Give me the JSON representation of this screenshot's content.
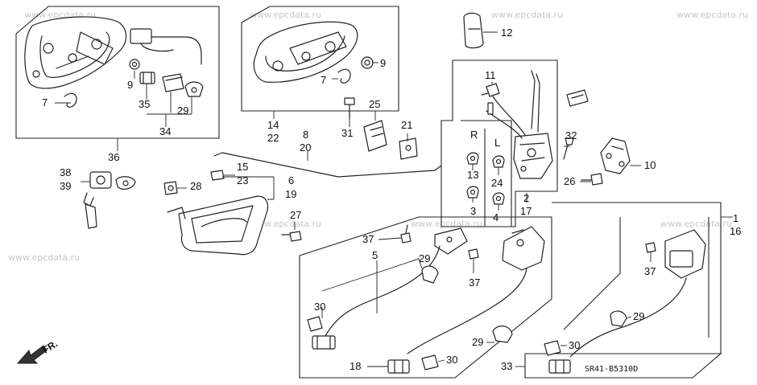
{
  "watermark": "www.epcdata.ru",
  "diagram_code": "SR41-B5310D",
  "direction_arrow": "FR.",
  "side_labels": {
    "right": "R",
    "left": "L"
  },
  "callouts": [
    {
      "id": "c1",
      "text": "1"
    },
    {
      "id": "c16",
      "text": "16"
    },
    {
      "id": "c2",
      "text": "2"
    },
    {
      "id": "c17",
      "text": "17"
    },
    {
      "id": "c3",
      "text": "3"
    },
    {
      "id": "c4",
      "text": "4"
    },
    {
      "id": "c5",
      "text": "5"
    },
    {
      "id": "c6",
      "text": "6"
    },
    {
      "id": "c19",
      "text": "19"
    },
    {
      "id": "c7a",
      "text": "7"
    },
    {
      "id": "c7b",
      "text": "7"
    },
    {
      "id": "c8",
      "text": "8"
    },
    {
      "id": "c20",
      "text": "20"
    },
    {
      "id": "c9a",
      "text": "9"
    },
    {
      "id": "c9b",
      "text": "9"
    },
    {
      "id": "c10",
      "text": "10"
    },
    {
      "id": "c11",
      "text": "11"
    },
    {
      "id": "c12",
      "text": "12"
    },
    {
      "id": "c13",
      "text": "13"
    },
    {
      "id": "c14",
      "text": "14"
    },
    {
      "id": "c22",
      "text": "22"
    },
    {
      "id": "c15",
      "text": "15"
    },
    {
      "id": "c23",
      "text": "23"
    },
    {
      "id": "c18",
      "text": "18"
    },
    {
      "id": "c21",
      "text": "21"
    },
    {
      "id": "c24",
      "text": "24"
    },
    {
      "id": "c25",
      "text": "25"
    },
    {
      "id": "c26",
      "text": "26"
    },
    {
      "id": "c27",
      "text": "27"
    },
    {
      "id": "c28",
      "text": "28"
    },
    {
      "id": "c29a",
      "text": "29"
    },
    {
      "id": "c29b",
      "text": "29"
    },
    {
      "id": "c29c",
      "text": "29"
    },
    {
      "id": "c29d",
      "text": "29"
    },
    {
      "id": "c30a",
      "text": "30"
    },
    {
      "id": "c30b",
      "text": "30"
    },
    {
      "id": "c30c",
      "text": "30"
    },
    {
      "id": "c31",
      "text": "31"
    },
    {
      "id": "c32",
      "text": "32"
    },
    {
      "id": "c33",
      "text": "33"
    },
    {
      "id": "c34",
      "text": "34"
    },
    {
      "id": "c35",
      "text": "35"
    },
    {
      "id": "c36",
      "text": "36"
    },
    {
      "id": "c37a",
      "text": "37"
    },
    {
      "id": "c37b",
      "text": "37"
    },
    {
      "id": "c37c",
      "text": "37"
    },
    {
      "id": "c38",
      "text": "38"
    },
    {
      "id": "c39",
      "text": "39"
    }
  ]
}
